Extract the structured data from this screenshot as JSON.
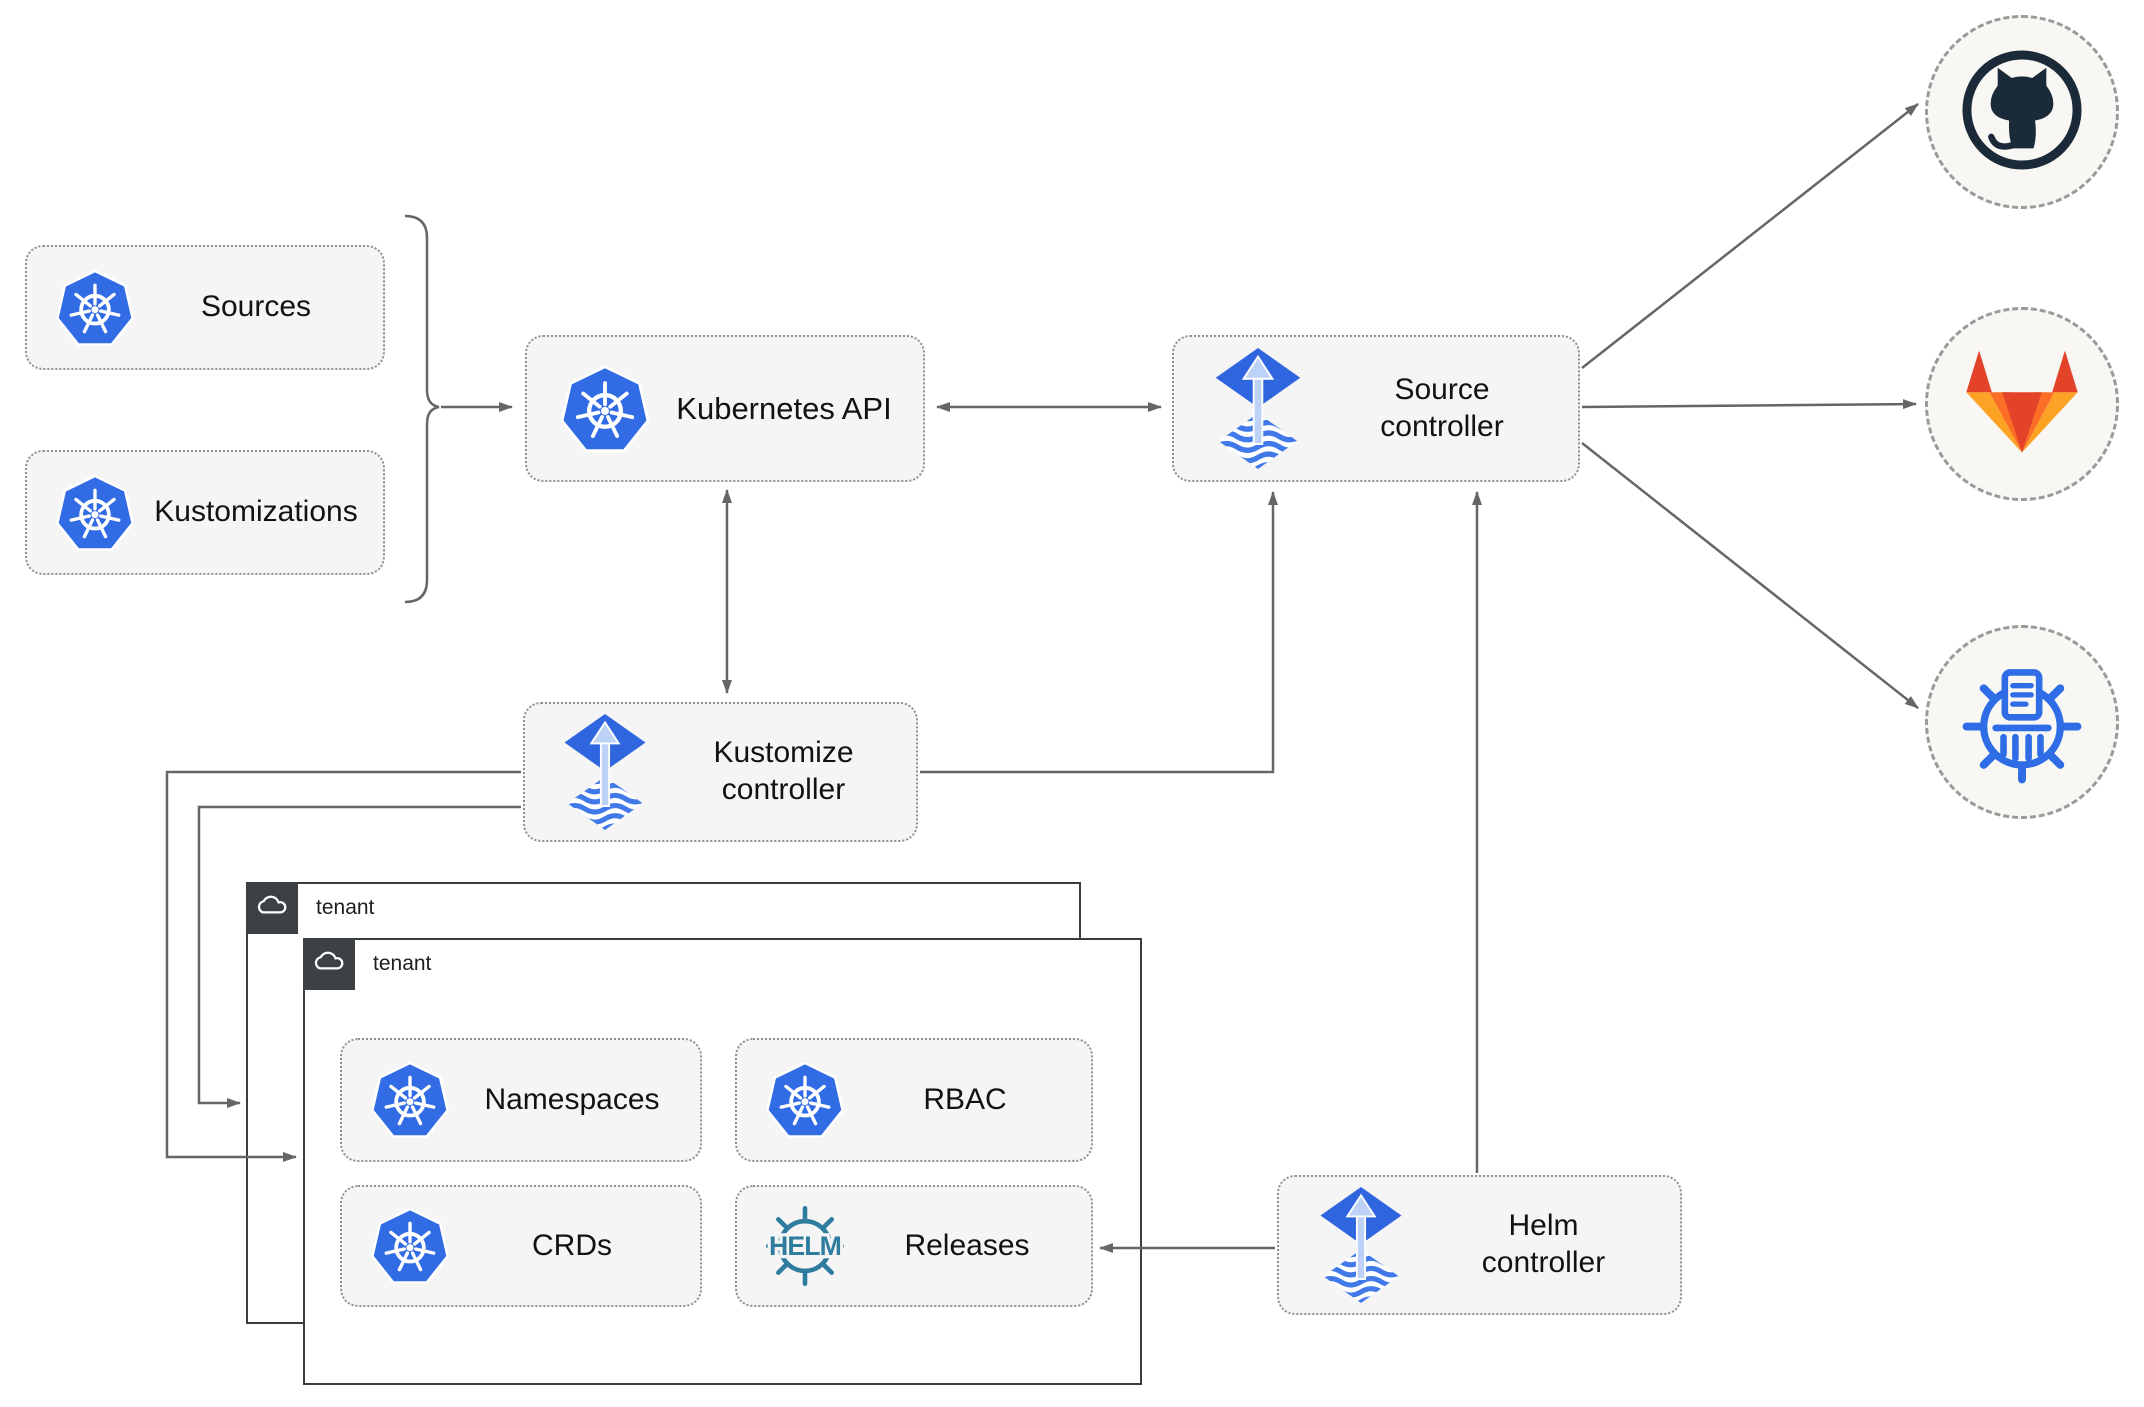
{
  "diagram": {
    "nodes": {
      "sources": {
        "label": "Sources"
      },
      "kustomizations": {
        "label": "Kustomizations"
      },
      "kubernetes_api": {
        "label": "Kubernetes API"
      },
      "source_controller": {
        "label": "Source controller"
      },
      "kustomize_controller": {
        "label": "Kustomize controller"
      },
      "helm_controller": {
        "label": "Helm controller"
      },
      "namespaces": {
        "label": "Namespaces"
      },
      "rbac": {
        "label": "RBAC"
      },
      "crds": {
        "label": "CRDs"
      },
      "releases": {
        "label": "Releases"
      }
    },
    "tenants": {
      "back": {
        "label": "tenant"
      },
      "front": {
        "label": "tenant"
      }
    },
    "icons": {
      "helm_text": "HELM",
      "remotes": [
        "github-icon",
        "gitlab-icon",
        "oci-registry-icon"
      ]
    },
    "colors": {
      "kubernetes_blue": "#326ce5",
      "flux_blue": "#3065e0",
      "flux_light_arrow": "#bcd2f7",
      "helm_teal": "#2e7d9e",
      "github_dark": "#1b2a38",
      "gitlab_red": "#e24329",
      "gitlab_orange": "#fc6d26",
      "gitlab_yellow": "#fca326",
      "registry_blue": "#2e6de5",
      "connector_gray": "#666666",
      "node_fill": "#f5f5f5",
      "tenant_header_bg": "#3b4144"
    }
  }
}
